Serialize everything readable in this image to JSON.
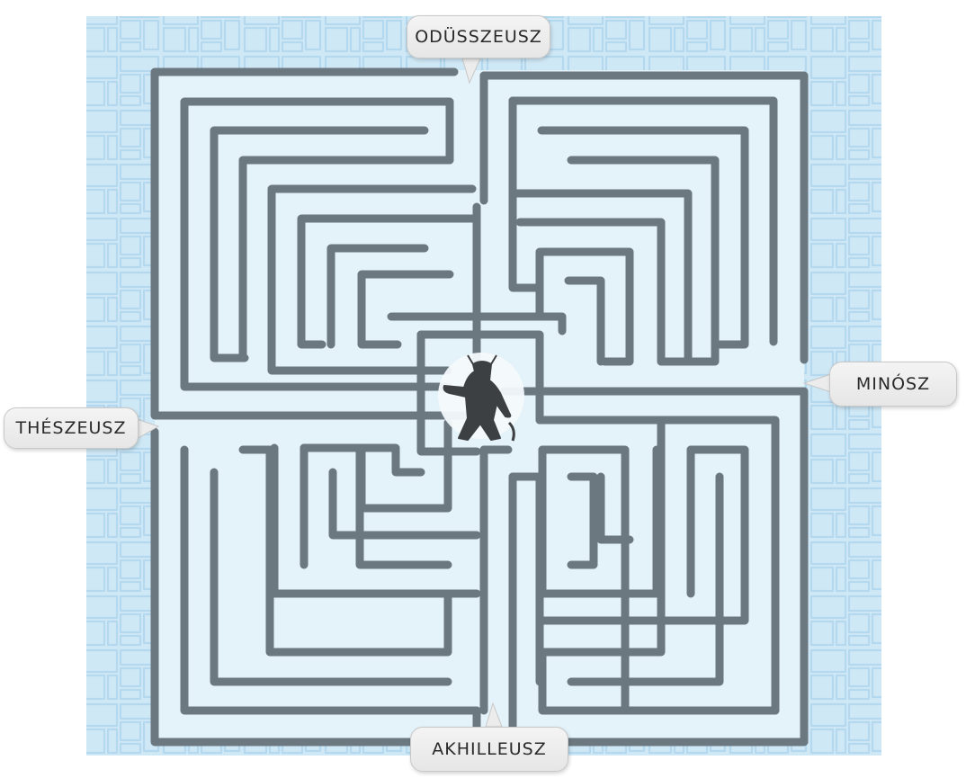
{
  "labels": {
    "top": "ODÜSSZEUSZ",
    "right": "MINÓSZ",
    "left": "THÉSZEUSZ",
    "bottom": "AKHILLEUSZ"
  },
  "colors": {
    "stone_background": "#cfe8f6",
    "stone_lines": "#b4d8ee",
    "corridor_fill": "#e4f2fa",
    "wall": "#6c7880",
    "wall_highlight": "#8b979e",
    "minotaur": "#3d4042",
    "bubble": "#ececec",
    "bubble_text": "#2a2a2a"
  },
  "center_figure": "minotaur-icon"
}
